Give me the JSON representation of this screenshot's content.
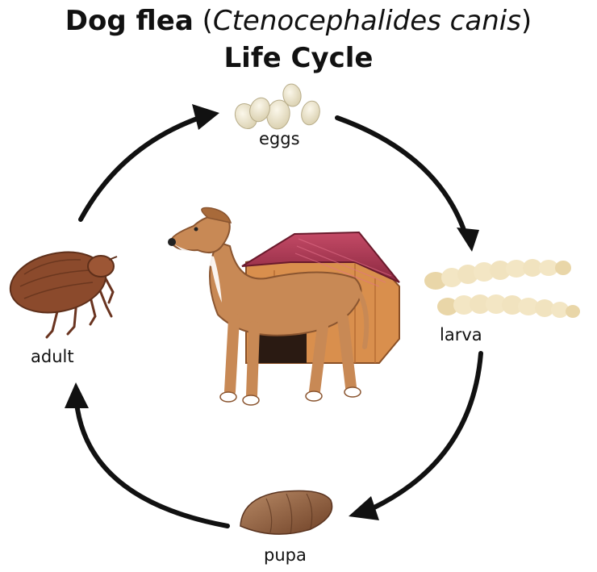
{
  "title": {
    "common_name": "Dog flea",
    "open_paren": " (",
    "scientific_name": "Ctenocephalides canis",
    "close_paren": ")",
    "subtitle": "Life Cycle"
  },
  "stages": {
    "eggs": "eggs",
    "larva": "larva",
    "pupa": "pupa",
    "adult": "adult"
  },
  "colors": {
    "arrow": "#111111",
    "egg": "#ece3c8",
    "larva": "#f1e3bf",
    "pupa": "#8a5a3c",
    "flea": "#8b4a2c",
    "dog": "#c88955",
    "house_roof": "#9b2f48",
    "house_wall": "#d98f4d"
  },
  "icons": [
    "eggs-icon",
    "larva-icon",
    "pupa-icon",
    "flea-icon",
    "dog-icon",
    "dog-house-icon"
  ]
}
